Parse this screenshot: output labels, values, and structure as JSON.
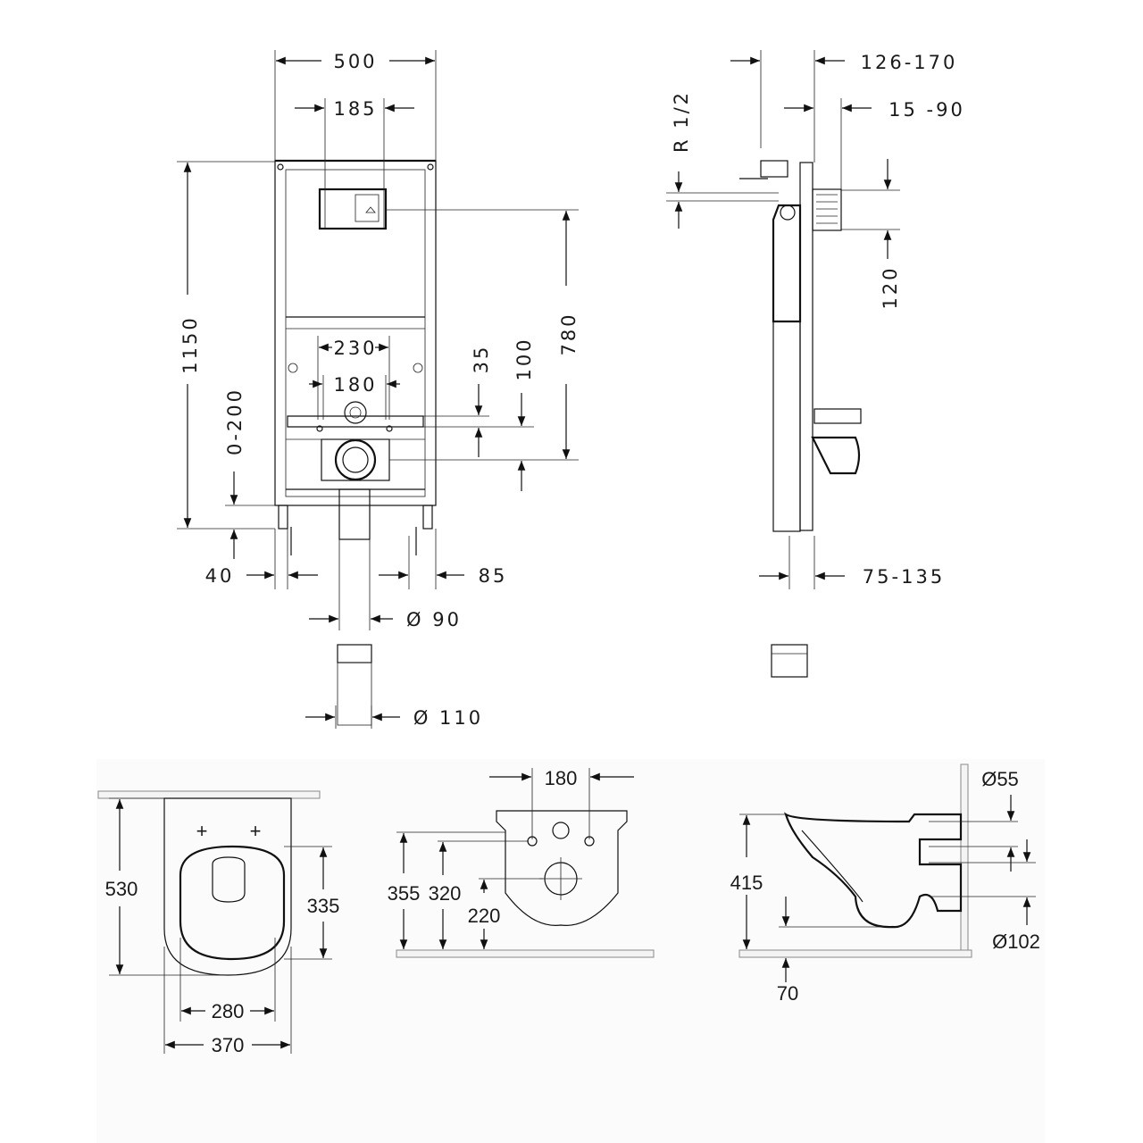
{
  "front_view": {
    "width_500": "500",
    "width_185": "185",
    "height_1150": "1150",
    "width_230": "230",
    "width_180": "180",
    "range_0_200": "0-200",
    "foot_40": "40",
    "foot_85": "85",
    "pipe_90": "Ø 90",
    "pipe_110": "Ø 110",
    "v_35": "35",
    "v_100": "100",
    "v_780": "780"
  },
  "side_view": {
    "depth_126_170": "126-170",
    "depth_15_90": "15 -90",
    "thread": "R 1/2",
    "v_120": "120",
    "depth_75_135": "75-135"
  },
  "bowl_top": {
    "length_530": "530",
    "inner_335": "335",
    "inner_280": "280",
    "outer_370": "370"
  },
  "bowl_rear": {
    "bolt_180": "180",
    "h_355": "355",
    "h_320": "320",
    "h_220": "220"
  },
  "bowl_side": {
    "h_415": "415",
    "dia_55": "Ø55",
    "dia_102": "Ø102",
    "gap_70": "70"
  }
}
